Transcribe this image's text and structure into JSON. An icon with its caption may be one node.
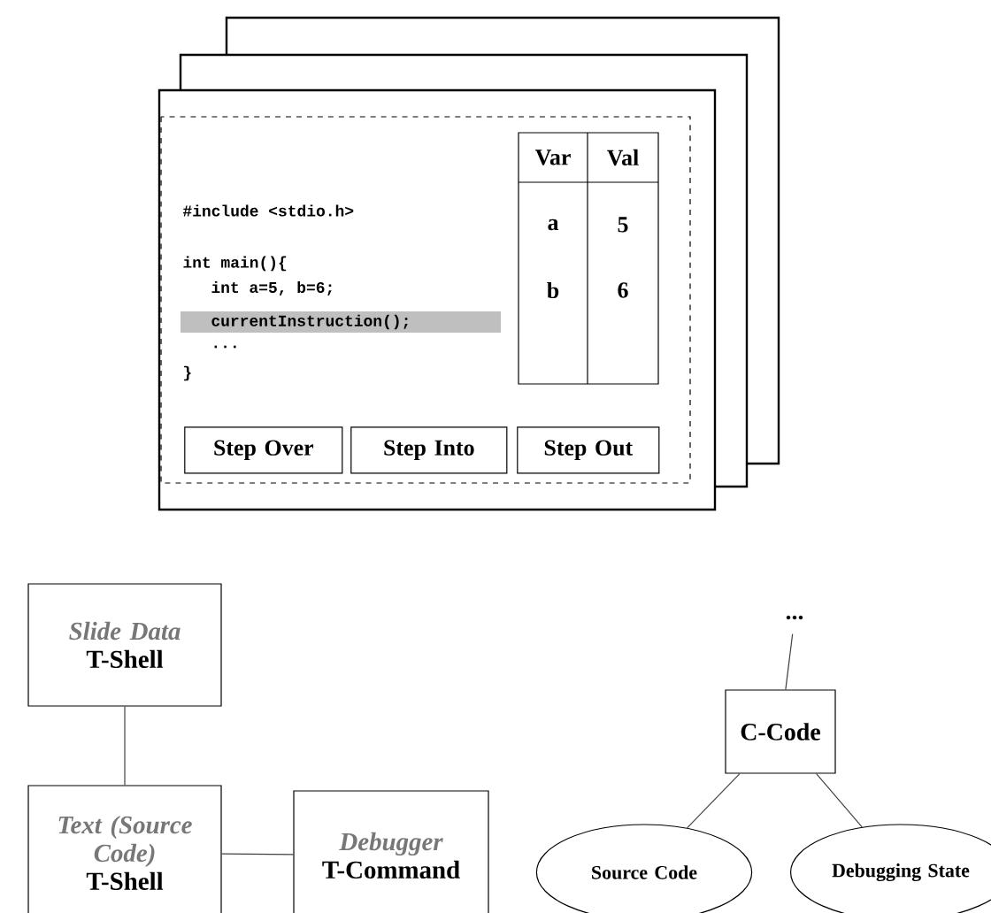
{
  "diagram": {
    "nodes": [
      {
        "text": [],
        "shape": "box"
      },
      {
        "text": [
          "Step Over"
        ],
        "in": 0
      },
      {
        "text": [
          "Step Into"
        ],
        "in": 0
      },
      {
        "text": [
          "Step Out"
        ],
        "in": 0
      },
      {
        "text": [
          "Slide Data",
          "T-Shell"
        ]
      },
      {
        "text": [
          "Text (Source Code)",
          "T-Shell"
        ]
      },
      {
        "text": [
          "Debugger",
          "T-Command"
        ]
      },
      {
        "text": [
          "..."
        ]
      },
      {
        "text": [
          "C-Code"
        ]
      },
      {
        "text": [
          "Source Code"
        ]
      },
      {
        "text": [
          "Debugging State"
        ]
      }
    ],
    "edges": [
      {
        "from": 4,
        "to": 5,
        "arrow": "none"
      },
      {
        "from": 5,
        "to": 6,
        "arrow": "none"
      },
      {
        "from": 7,
        "to": 8,
        "arrow": "none"
      },
      {
        "from": 8,
        "to": 9,
        "arrow": "none"
      },
      {
        "from": 8,
        "to": 10,
        "arrow": "none"
      }
    ],
    "labels": [
      "#include <stdio.h>",
      "int main(){",
      "int a=5, b=6;",
      "currentInstruction();",
      "...",
      "}",
      "Var",
      "Val",
      "a",
      "5",
      "b",
      "6"
    ]
  }
}
